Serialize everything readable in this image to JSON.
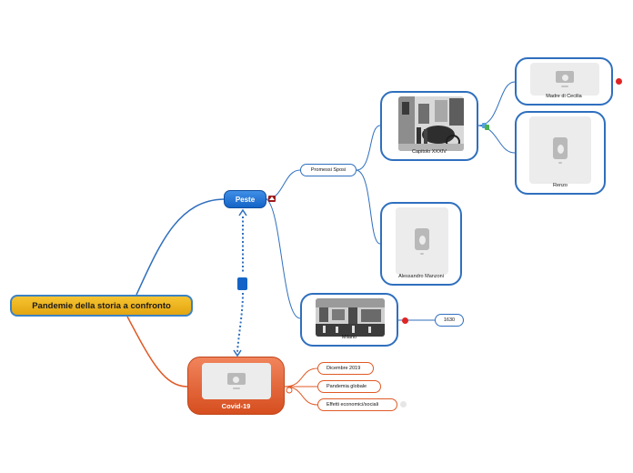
{
  "root": {
    "label": "Pandemie della storia a confronto"
  },
  "peste": {
    "label": "Peste",
    "promessi_sposi": {
      "label": "Promessi Sposi",
      "capitolo": {
        "label": "Capitolo XXXIV"
      },
      "madre": {
        "label": "Madre di Cecilia"
      },
      "renzo": {
        "label": "Renzo"
      },
      "manzoni": {
        "label": "Alessandro Manzoni"
      }
    },
    "milano": {
      "label": "Milano",
      "year": "1630"
    }
  },
  "covid": {
    "label": "Covid-19",
    "items": [
      "Dicembre 2019",
      "Pandemia globale",
      "Effetti economici/sociali"
    ]
  },
  "colors": {
    "blue": "#2f6fbe",
    "orange": "#e05a26",
    "gold": "#f2b825"
  }
}
